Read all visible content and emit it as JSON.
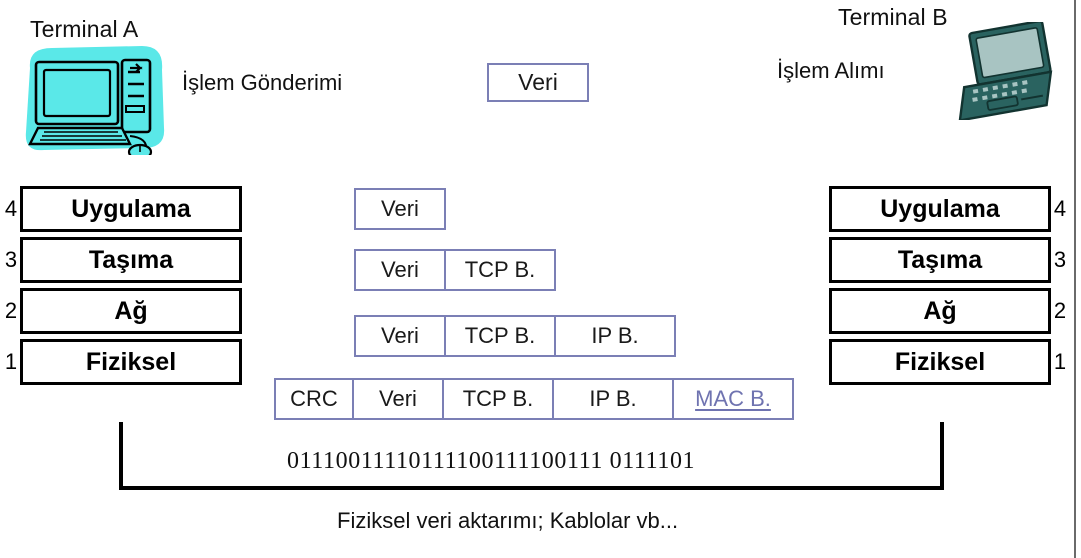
{
  "diagram": {
    "title_left": "Terminal A",
    "title_right": "Terminal B",
    "action_left": "İşlem Gönderimi",
    "action_right": "İşlem Alımı",
    "top_data_box": "Veri",
    "bitstream": "01110011110111100111100111 0111101",
    "caption": "Fiziksel veri aktarımı; Kablolar vb...",
    "colors": {
      "pdu_border": "#7b7fb5",
      "link_text": "#6f73b0",
      "layer_border": "#000000",
      "desktop_fill": "#5ae8e8",
      "laptop_fill": "#2a6360",
      "laptop_screen": "#a8c4c2"
    },
    "left_stack": [
      {
        "num": "4",
        "label": "Uygulama"
      },
      {
        "num": "3",
        "label": "Taşıma"
      },
      {
        "num": "2",
        "label": "Ağ"
      },
      {
        "num": "1",
        "label": "Fiziksel"
      }
    ],
    "right_stack": [
      {
        "num": "4",
        "label": "Uygulama"
      },
      {
        "num": "3",
        "label": "Taşıma"
      },
      {
        "num": "2",
        "label": "Ağ"
      },
      {
        "num": "1",
        "label": "Fiziksel"
      }
    ],
    "pdu_rows": [
      {
        "layer": "4",
        "cells": [
          {
            "text": "Veri",
            "link": false
          }
        ]
      },
      {
        "layer": "3",
        "cells": [
          {
            "text": "Veri",
            "link": false
          },
          {
            "text": "TCP B.",
            "link": false
          }
        ]
      },
      {
        "layer": "2",
        "cells": [
          {
            "text": "Veri",
            "link": false
          },
          {
            "text": "TCP B.",
            "link": false
          },
          {
            "text": "IP B.",
            "link": false
          }
        ]
      },
      {
        "layer": "1",
        "cells": [
          {
            "text": "CRC",
            "link": false
          },
          {
            "text": "Veri",
            "link": false
          },
          {
            "text": "TCP B.",
            "link": false
          },
          {
            "text": "IP B.",
            "link": false
          },
          {
            "text": "MAC B.",
            "link": true
          }
        ]
      }
    ],
    "icons": {
      "desktop": "desktop-computer-icon",
      "laptop": "laptop-computer-icon"
    }
  }
}
